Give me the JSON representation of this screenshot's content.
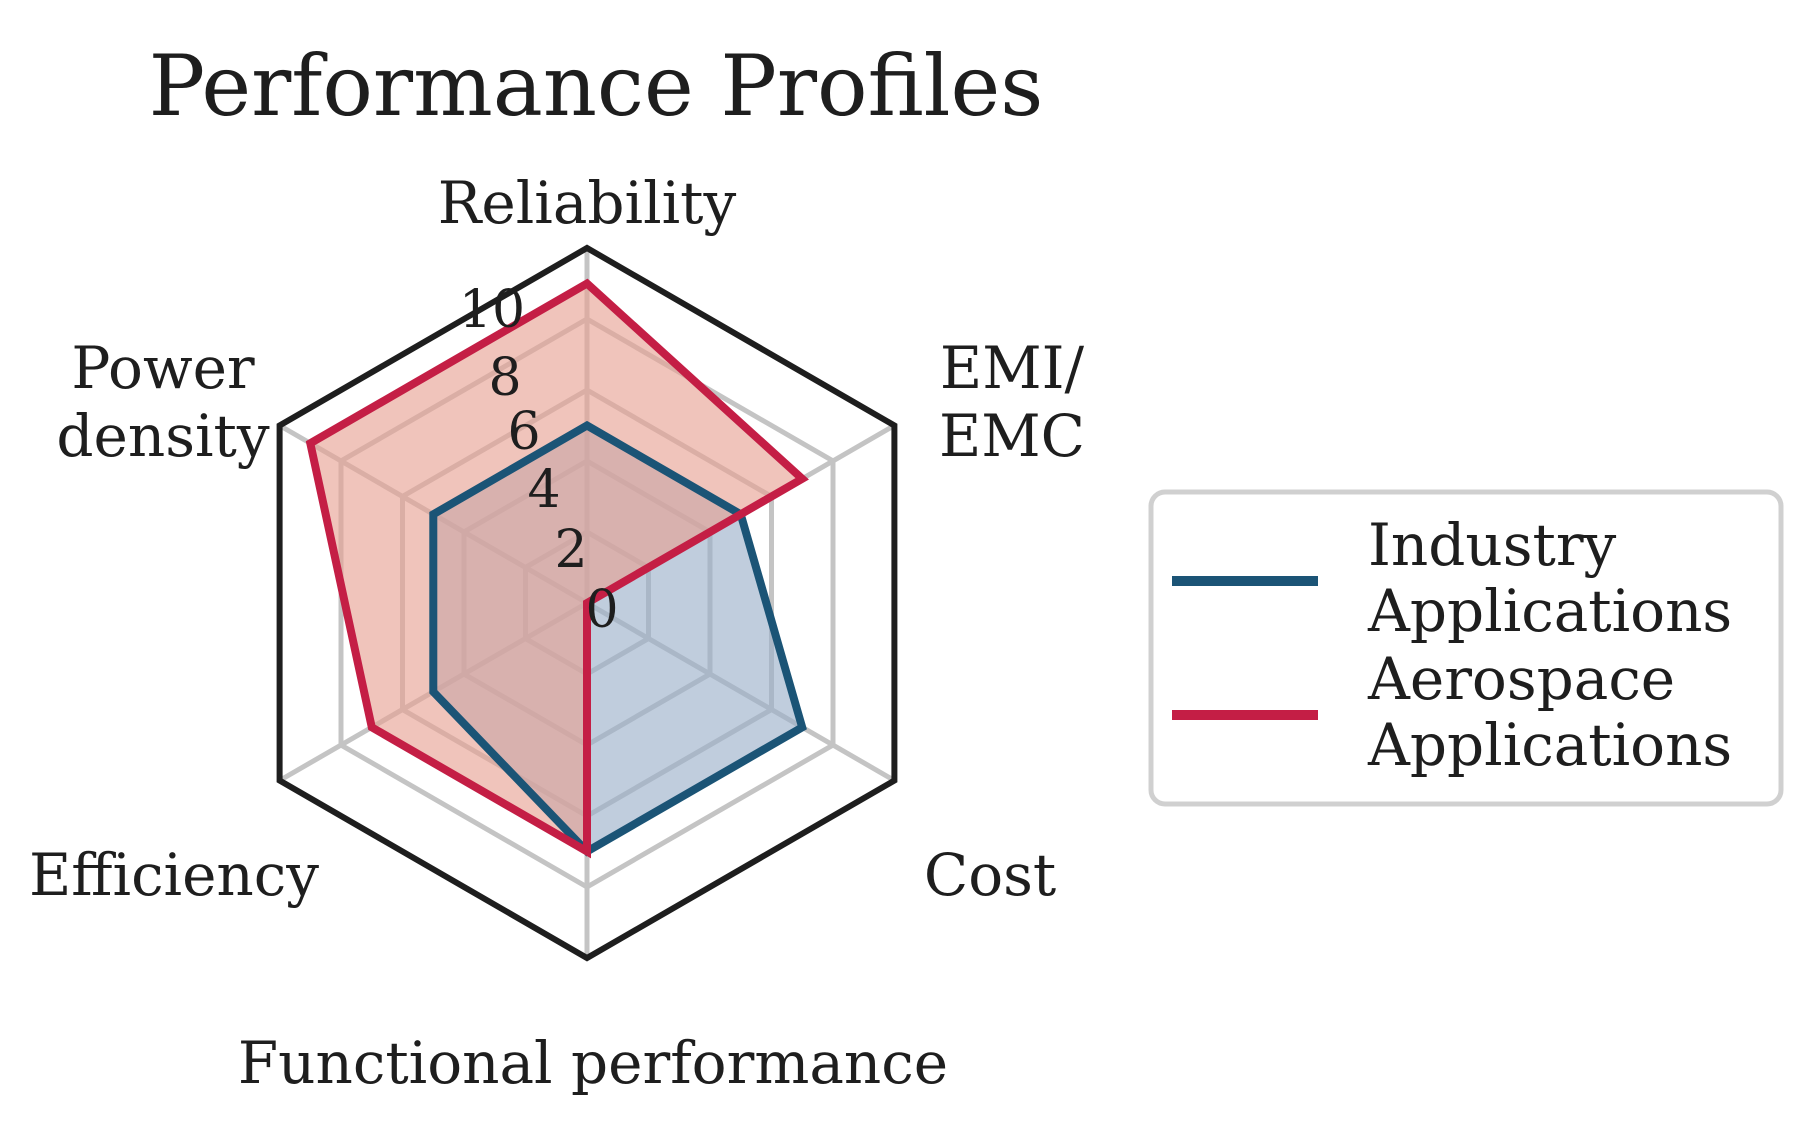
{
  "chart_data": {
    "type": "radar",
    "title": "Performance Profiles",
    "axes": [
      [
        "Reliability"
      ],
      [
        "EMI/",
        "EMC"
      ],
      [
        "Cost"
      ],
      [
        "Functional performance"
      ],
      [
        "Efficiency"
      ],
      [
        "Power",
        "density"
      ]
    ],
    "rmax": 10,
    "rings": [
      0,
      2,
      4,
      6,
      8,
      10
    ],
    "tick_labels": [
      "0",
      "2",
      "4",
      "6",
      "8",
      "10"
    ],
    "grid": true,
    "series": [
      {
        "name": [
          "Industry",
          "Applications"
        ],
        "color": "#1b5476",
        "fill": "#9aaec8",
        "values": [
          5,
          5,
          7,
          7,
          5,
          5
        ]
      },
      {
        "name": [
          "Aerospace",
          "Applications"
        ],
        "color": "#c41e45",
        "fill": "#e69f92",
        "values": [
          9,
          7,
          0,
          7,
          7,
          9
        ]
      }
    ],
    "legend_position": "right"
  }
}
